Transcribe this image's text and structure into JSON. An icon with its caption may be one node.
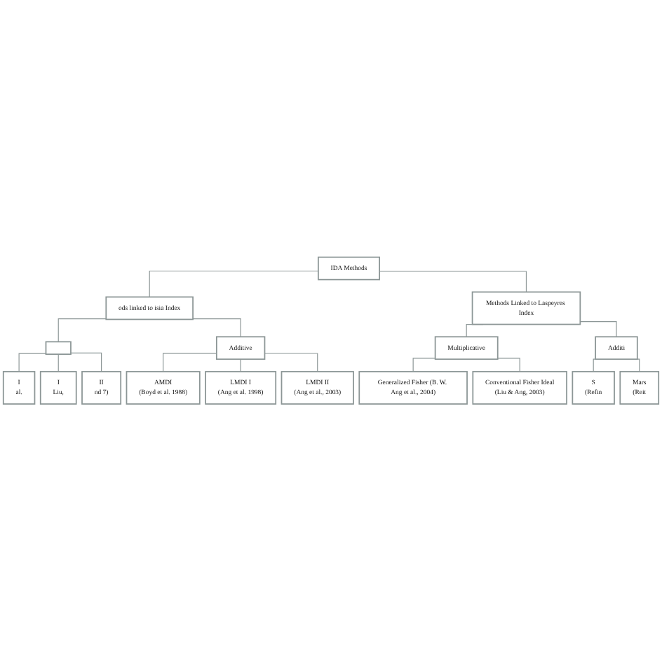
{
  "diagram": {
    "nodes": [
      {
        "text": [
          "IDA Methods"
        ]
      },
      {
        "text": [
          "ods linked to isia Index"
        ]
      },
      {
        "text": [
          "Methods Linked to Laspeyres Index"
        ]
      },
      {
        "text": [],
        "shape": "box"
      },
      {
        "text": [
          "Additive"
        ]
      },
      {
        "text": [
          "Multiplicative"
        ]
      },
      {
        "text": [
          "Additi"
        ]
      },
      {
        "text": [
          "I",
          "al."
        ]
      },
      {
        "text": [
          "I",
          "Liu,"
        ]
      },
      {
        "text": [
          "II",
          "nd 7)"
        ]
      },
      {
        "text": [
          "AMDI",
          "(Boyd et al. 1988)"
        ]
      },
      {
        "text": [
          "LMDI I",
          "(Ang et al. 1998)"
        ]
      },
      {
        "text": [
          "LMDI II",
          "(Ang et al., 2003)"
        ]
      },
      {
        "text": [
          "Generalized Fisher (B. W. Ang et al., 2004)"
        ]
      },
      {
        "text": [
          "Conventional Fisher Ideal",
          "(Liu & Ang, 2003)"
        ]
      },
      {
        "text": [
          "S",
          "(Refin"
        ]
      },
      {
        "text": [
          "Mars",
          "(Reit"
        ]
      }
    ],
    "edges": [
      {
        "from": 0,
        "to": 1,
        "arrow": "none"
      },
      {
        "from": 0,
        "to": 2,
        "arrow": "none"
      },
      {
        "from": 1,
        "to": 3,
        "arrow": "none"
      },
      {
        "from": 1,
        "to": 4,
        "arrow": "none"
      },
      {
        "from": 2,
        "to": 5,
        "arrow": "none"
      },
      {
        "from": 2,
        "to": 6,
        "arrow": "none"
      },
      {
        "from": 3,
        "to": 7,
        "arrow": "none"
      },
      {
        "from": 3,
        "to": 8,
        "arrow": "none"
      },
      {
        "from": 3,
        "to": 9,
        "arrow": "none"
      },
      {
        "from": 4,
        "to": 10,
        "arrow": "none"
      },
      {
        "from": 4,
        "to": 11,
        "arrow": "none"
      },
      {
        "from": 4,
        "to": 12,
        "arrow": "none"
      },
      {
        "from": 5,
        "to": 13,
        "arrow": "none"
      },
      {
        "from": 5,
        "to": 14,
        "arrow": "none"
      },
      {
        "from": 6,
        "to": 15,
        "arrow": "none"
      },
      {
        "from": 6,
        "to": 16,
        "arrow": "none"
      }
    ]
  }
}
